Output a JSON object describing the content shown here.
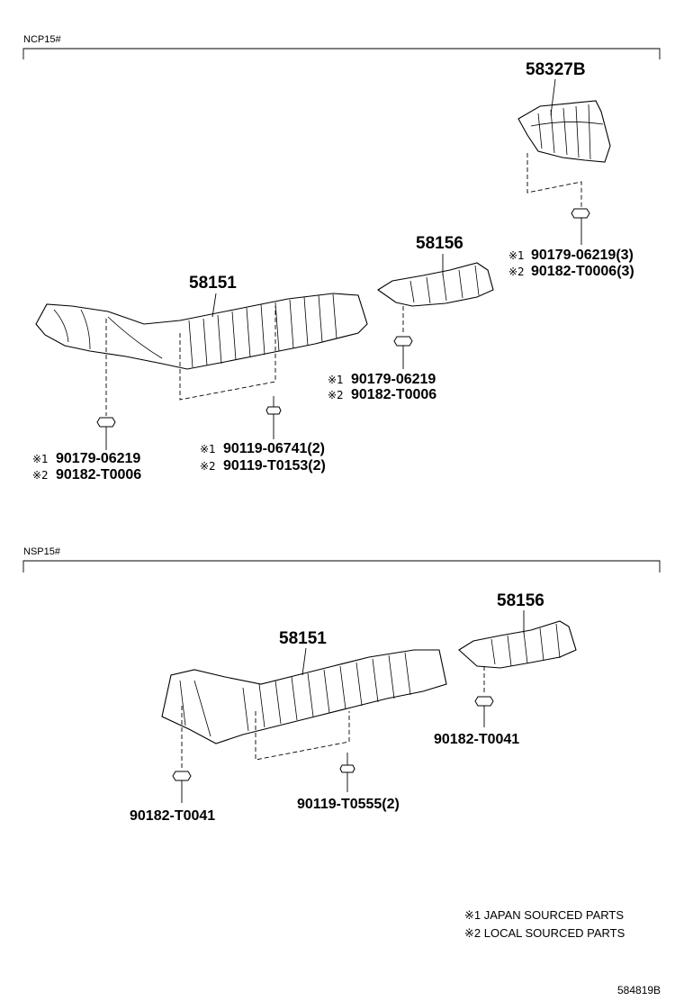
{
  "sections": [
    {
      "label": "NCP15#",
      "parts": {
        "shield_rear": "58327B",
        "shield_center": "58156",
        "shield_front": "58151"
      },
      "fasteners": {
        "rear_nut_1_mark": "※1",
        "rear_nut_1": "90179-06219(3)",
        "rear_nut_2_mark": "※2",
        "rear_nut_2": "90182-T0006(3)",
        "center_nut_1_mark": "※1",
        "center_nut_1": "90179-06219",
        "center_nut_2_mark": "※2",
        "center_nut_2": "90182-T0006",
        "front_nut_1_mark": "※1",
        "front_nut_1": "90179-06219",
        "front_nut_2_mark": "※2",
        "front_nut_2": "90182-T0006",
        "bolt_1_mark": "※1",
        "bolt_1": "90119-06741(2)",
        "bolt_2_mark": "※2",
        "bolt_2": "90119-T0153(2)"
      }
    },
    {
      "label": "NSP15#",
      "parts": {
        "shield_center": "58156",
        "shield_front": "58151"
      },
      "fasteners": {
        "center_nut": "90182-T0041",
        "front_nut": "90182-T0041",
        "bolt": "90119-T0555(2)"
      }
    }
  ],
  "legend": [
    "※1 JAPAN SOURCED PARTS",
    "※2 LOCAL SOURCED PARTS"
  ],
  "illustration_code": "584819B"
}
